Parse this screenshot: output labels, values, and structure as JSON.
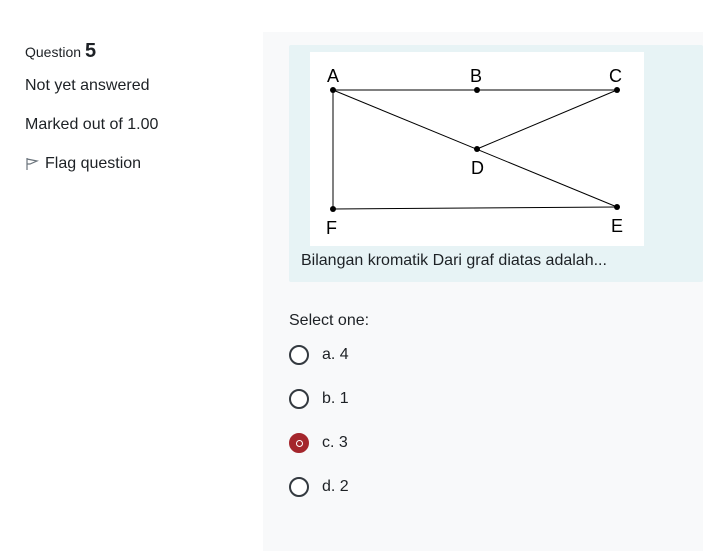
{
  "question": {
    "prefix": "Question",
    "number": "5",
    "state": "Not yet answered",
    "grade": "Marked out of 1.00",
    "flag_label": "Flag question"
  },
  "graph": {
    "nodes": [
      {
        "label": "A"
      },
      {
        "label": "B"
      },
      {
        "label": "C"
      },
      {
        "label": "D"
      },
      {
        "label": "E"
      },
      {
        "label": "F"
      }
    ]
  },
  "question_text": "Bilangan kromatik Dari graf diatas adalah...",
  "answer": {
    "prompt": "Select one:",
    "options": [
      {
        "label": "a. 4",
        "selected": false
      },
      {
        "label": "b. 1",
        "selected": false
      },
      {
        "label": "c. 3",
        "selected": true
      },
      {
        "label": "d. 2",
        "selected": false
      }
    ]
  },
  "colors": {
    "accent": "#a4262c",
    "qtext_bg": "#e7f3f5"
  }
}
